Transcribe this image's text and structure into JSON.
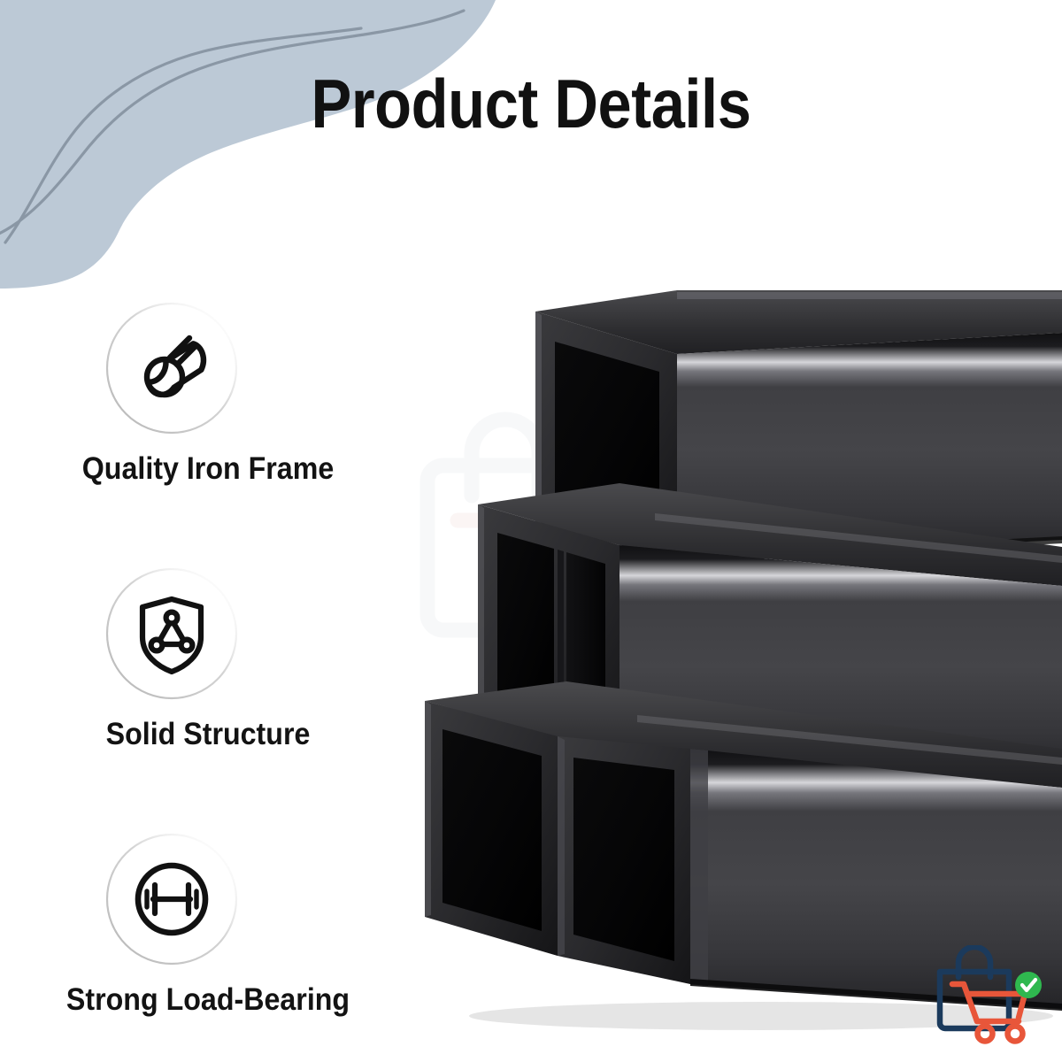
{
  "page": {
    "title": "Product Details",
    "background_color": "#ffffff"
  },
  "decor": {
    "blob_color": "#bcc9d6",
    "blob_line_color": "#8a97a5",
    "name": "top-left-blue-blob"
  },
  "features": [
    {
      "icon": "steel-tube-icon",
      "label": "Quality Iron Frame"
    },
    {
      "icon": "shield-triangle-icon",
      "label": "Solid Structure"
    },
    {
      "icon": "barbell-circle-icon",
      "label": "Strong Load-Bearing"
    }
  ],
  "product_image": {
    "name": "black-square-steel-tubes",
    "description": "Stacked glossy black rectangular steel tubes",
    "tube_color": "#3a3a3c",
    "tube_dark_color": "#0b0b0c",
    "highlight_color": "#d8d8dc"
  },
  "watermark": {
    "name": "shopping-bag-cart-watermark",
    "bag_color": "#e9ebef",
    "cart_color": "#f0ded9"
  },
  "brand_logo": {
    "name": "shopping-bag-cart-logo",
    "bag_color": "#1b3a5c",
    "cart_color": "#e8563a",
    "check_badge_color": "#2fb84f",
    "check_glyph": "check"
  },
  "colors": {
    "title_text": "#111111",
    "label_text": "#131313",
    "icon_stroke": "#111111",
    "ring_stroke": "#cfcfcf"
  }
}
